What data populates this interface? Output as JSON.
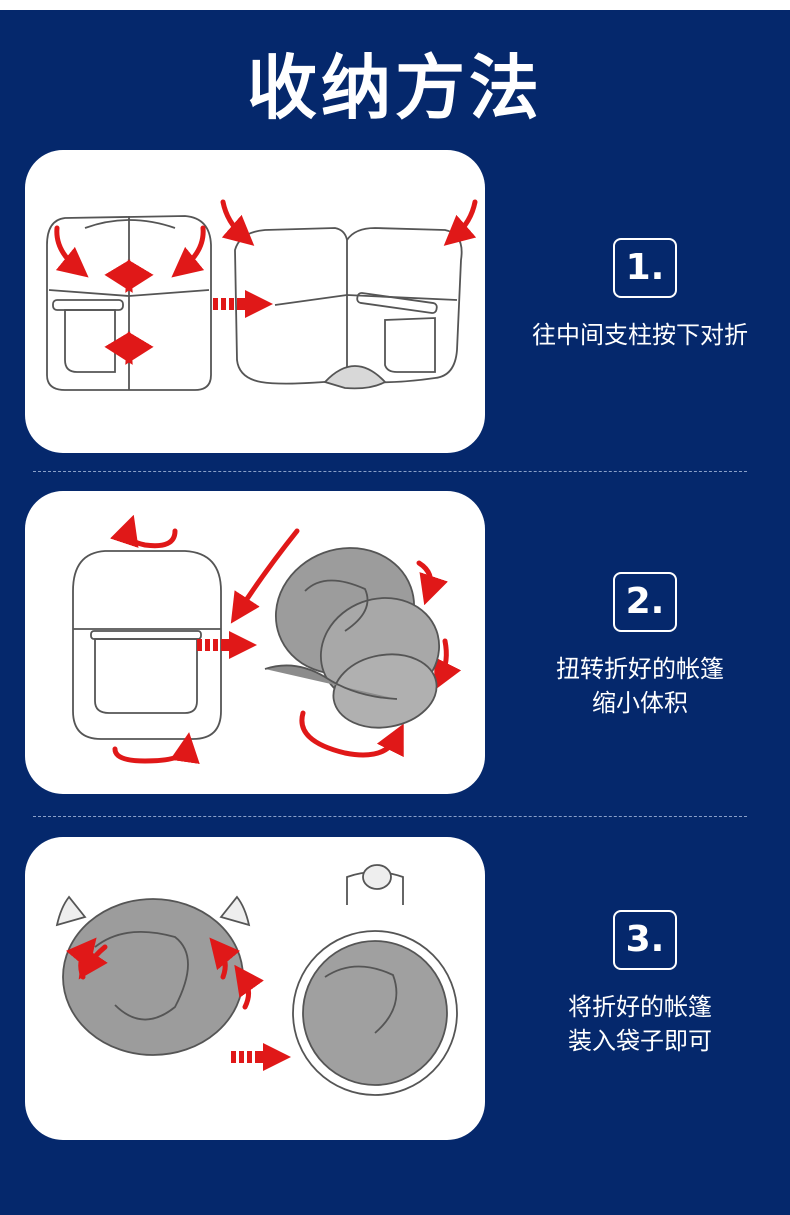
{
  "title": "收纳方法",
  "steps": [
    {
      "number": "1.",
      "lines": [
        "往中间支柱按下对折"
      ]
    },
    {
      "number": "2.",
      "lines": [
        "扭转折好的帐篷",
        "缩小体积"
      ]
    },
    {
      "number": "3.",
      "lines": [
        "将折好的帐篷",
        "装入袋子即可"
      ]
    }
  ],
  "colors": {
    "background": "#05286c",
    "card": "#ffffff",
    "arrow": "#e01818",
    "line": "#555555",
    "fabric": "#9c9c9c"
  },
  "icons": [
    "tent-illustration",
    "arrow-icon"
  ]
}
